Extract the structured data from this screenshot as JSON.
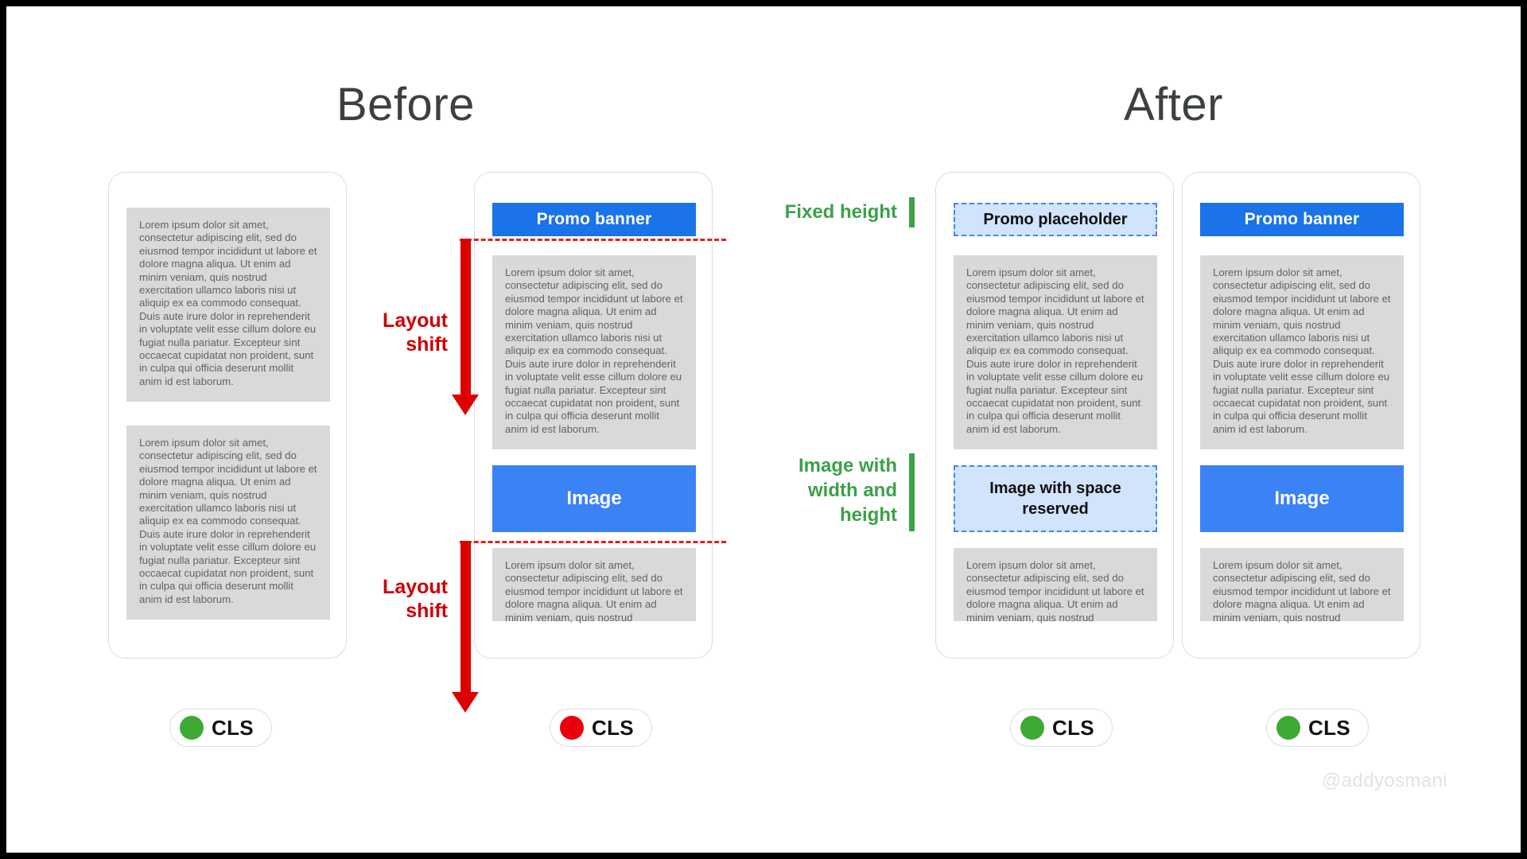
{
  "page": {
    "watermark": "@addyosmani",
    "frame_color": "#000000",
    "background": "#ffffff"
  },
  "headings": {
    "before": "Before",
    "after": "After"
  },
  "colors": {
    "banner_blue": "#1a73e8",
    "image_blue": "#3b82f6",
    "placeholder_fill": "#d2e3fc",
    "placeholder_border": "#4285f4",
    "text_card_gray": "#d9d9d9",
    "annotation_red": "#cc0000",
    "annotation_green": "#3ba14a",
    "cls_good": "#3eaa35",
    "cls_bad": "#e8000d"
  },
  "lorem": {
    "full": "Lorem ipsum dolor sit amet, consectetur adipiscing elit, sed do eiusmod tempor incididunt ut labore et dolore magna aliqua. Ut enim ad minim veniam, quis nostrud exercitation ullamco laboris nisi ut aliquip ex ea commodo consequat. Duis aute irure dolor in reprehenderit in voluptate velit esse cillum dolore eu fugiat nulla pariatur. Excepteur sint occaecat cupidatat non proident, sunt in culpa qui officia deserunt mollit anim id est laborum.",
    "short": "Lorem ipsum dolor sit amet, consectetur adipiscing elit, sed do eiusmod tempor incididunt ut labore et dolore magna aliqua. Ut enim ad minim veniam, quis nostrud"
  },
  "labels": {
    "promo_banner": "Promo banner",
    "image": "Image",
    "promo_placeholder": "Promo  placeholder",
    "image_reserved": "Image with space reserved",
    "layout_shift": "Layout\nshift",
    "fixed_height": "Fixed height",
    "image_width_height": "Image with\nwidth and\nheight",
    "cls": "CLS"
  },
  "phones": [
    {
      "id": "phone-1",
      "group": "before",
      "caption": "CLS",
      "status": "good",
      "blocks": [
        {
          "type": "text",
          "source": "lorem.full"
        },
        {
          "type": "text",
          "source": "lorem.full"
        }
      ]
    },
    {
      "id": "phone-2",
      "group": "before",
      "caption": "CLS",
      "status": "bad",
      "blocks": [
        {
          "type": "banner",
          "label": "Promo banner"
        },
        {
          "type": "text",
          "source": "lorem.full"
        },
        {
          "type": "image",
          "label": "Image"
        },
        {
          "type": "text",
          "source": "lorem.short"
        }
      ]
    },
    {
      "id": "phone-3",
      "group": "after",
      "caption": "CLS",
      "status": "good",
      "blocks": [
        {
          "type": "placeholder",
          "label": "Promo  placeholder"
        },
        {
          "type": "text",
          "source": "lorem.full"
        },
        {
          "type": "placeholder",
          "label": "Image with space reserved"
        },
        {
          "type": "text",
          "source": "lorem.short"
        }
      ]
    },
    {
      "id": "phone-4",
      "group": "after",
      "caption": "CLS",
      "status": "good",
      "blocks": [
        {
          "type": "banner",
          "label": "Promo banner"
        },
        {
          "type": "text",
          "source": "lorem.full"
        },
        {
          "type": "image",
          "label": "Image"
        },
        {
          "type": "text",
          "source": "lorem.short"
        }
      ]
    }
  ],
  "cls_badges": [
    {
      "label": "CLS",
      "status": "good"
    },
    {
      "label": "CLS",
      "status": "bad"
    },
    {
      "label": "CLS",
      "status": "good"
    },
    {
      "label": "CLS",
      "status": "good"
    }
  ]
}
